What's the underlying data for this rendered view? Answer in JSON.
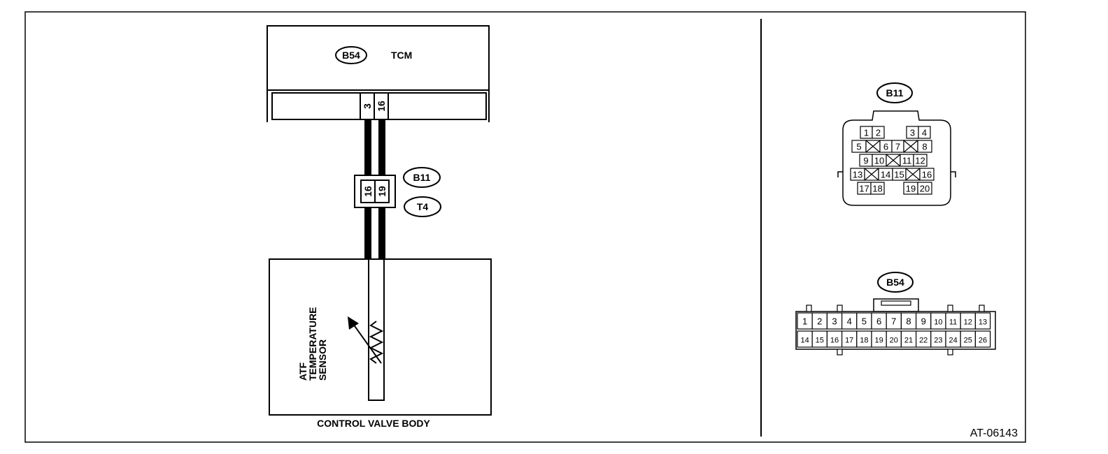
{
  "tcm": {
    "connector_id": "B54",
    "label": "TCM",
    "terminals": [
      "3",
      "16"
    ]
  },
  "joint": {
    "terminals": [
      "16",
      "19"
    ],
    "connector_ids": [
      "B11",
      "T4"
    ]
  },
  "sensor": {
    "lines": [
      "ATF",
      "TEMPERATURE",
      "SENSOR"
    ]
  },
  "control_valve_body": {
    "label": "CONTROL VALVE BODY"
  },
  "b11_face": {
    "id": "B11",
    "rows": [
      [
        "1",
        "2",
        "3",
        "4"
      ],
      [
        "5",
        "6",
        "7",
        "8"
      ],
      [
        "9",
        "10",
        "11",
        "12"
      ],
      [
        "13",
        "14",
        "15",
        "16"
      ],
      [
        "17",
        "18",
        "19",
        "20"
      ]
    ]
  },
  "b54_face": {
    "id": "B54",
    "row1": [
      "1",
      "2",
      "3",
      "4",
      "5",
      "6",
      "7",
      "8",
      "9",
      "10",
      "11",
      "12",
      "13"
    ],
    "row2": [
      "14",
      "15",
      "16",
      "17",
      "18",
      "19",
      "20",
      "21",
      "22",
      "23",
      "24",
      "25",
      "26"
    ]
  },
  "figure_id": "AT-06143"
}
